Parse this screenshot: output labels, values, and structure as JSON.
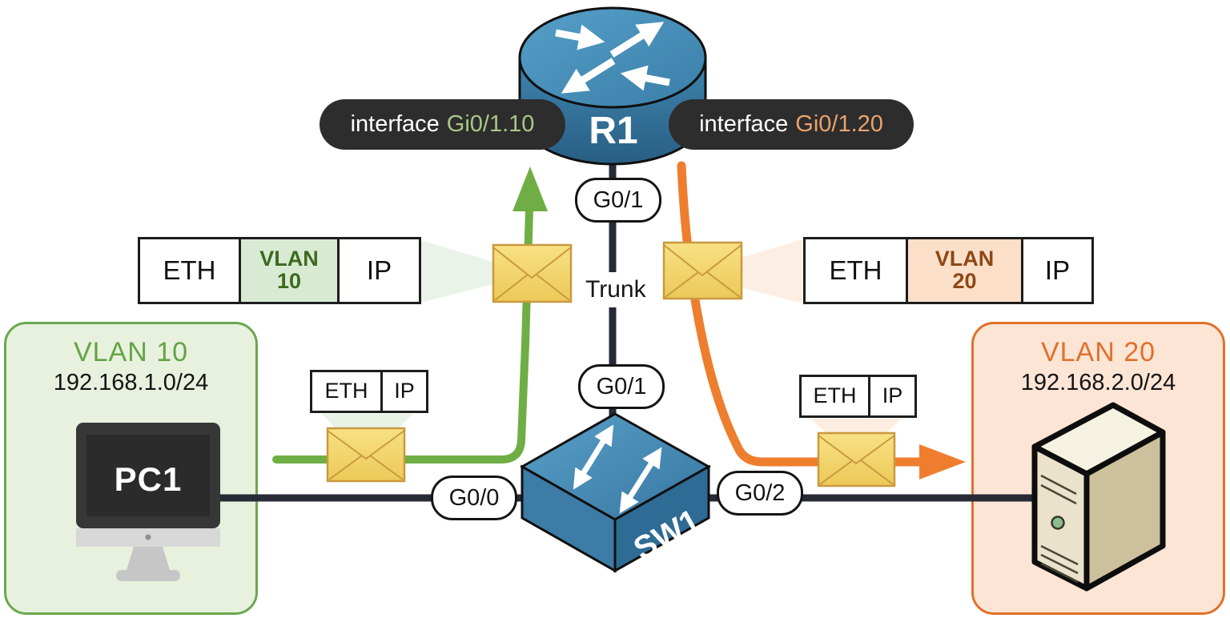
{
  "devices": {
    "router": "R1",
    "switch": "SW1",
    "pc": "PC1"
  },
  "interface_labels": {
    "left": {
      "prefix": "interface",
      "name": "Gi0/1.10"
    },
    "right": {
      "prefix": "interface",
      "name": "Gi0/1.20"
    }
  },
  "ports": {
    "router_g01": "G0/1",
    "switch_g01": "G0/1",
    "switch_g00": "G0/0",
    "switch_g02": "G0/2"
  },
  "trunk_label": "Trunk",
  "vlan10": {
    "title": "VLAN 10",
    "subnet": "192.168.1.0/24"
  },
  "vlan20": {
    "title": "VLAN 20",
    "subnet": "192.168.2.0/24"
  },
  "frames": {
    "tagged_left": {
      "eth": "ETH",
      "vlan_word": "VLAN",
      "vlan_id": "10",
      "ip": "IP"
    },
    "tagged_right": {
      "eth": "ETH",
      "vlan_word": "VLAN",
      "vlan_id": "20",
      "ip": "IP"
    },
    "untagged_left": {
      "eth": "ETH",
      "ip": "IP"
    },
    "untagged_right": {
      "eth": "ETH",
      "ip": "IP"
    }
  },
  "icons": {
    "router": "router-icon",
    "switch": "switch-icon",
    "pc": "desktop-pc-icon",
    "server": "server-tower-icon",
    "packet": "envelope-icon"
  },
  "colors": {
    "vlan10_accent": "#6aa84f",
    "vlan10_fill": "#e8f1de",
    "vlan10_tag_fill": "#d9ead3",
    "vlan10_tag_text": "#3c6a1f",
    "vlan20_accent": "#e2702a",
    "vlan20_fill": "#fce5d5",
    "vlan20_tag_fill": "#fbdfc9",
    "vlan20_tag_text": "#8e4714",
    "path_green": "#6fae44",
    "path_orange": "#ee7e2e",
    "cable": "#262b36",
    "envelope": "#f2d268",
    "label_pill": "#2d2d2d",
    "device_blue": "#3e86b0"
  }
}
